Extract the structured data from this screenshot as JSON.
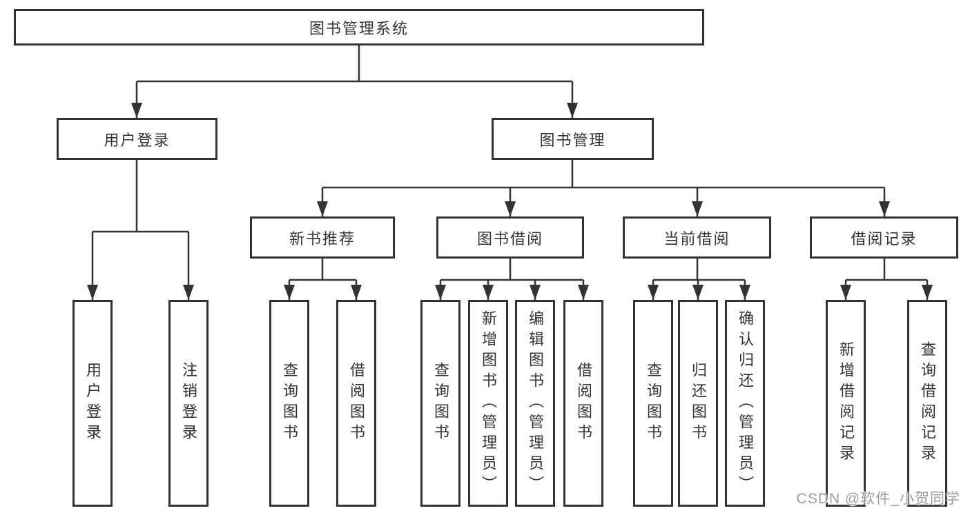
{
  "diagram": {
    "root": {
      "label": "图书管理系统",
      "children": [
        {
          "label": "用户登录",
          "children": [
            {
              "label": "用户登录"
            },
            {
              "label": "注销登录"
            }
          ]
        },
        {
          "label": "图书管理",
          "children": [
            {
              "label": "新书推荐",
              "children": [
                {
                  "label": "查询图书"
                },
                {
                  "label": "借阅图书"
                }
              ]
            },
            {
              "label": "图书借阅",
              "children": [
                {
                  "label": "查询图书"
                },
                {
                  "label": "新增图书（管理员）"
                },
                {
                  "label": "编辑图书（管理员）"
                },
                {
                  "label": "借阅图书"
                }
              ]
            },
            {
              "label": "当前借阅",
              "children": [
                {
                  "label": "查询图书"
                },
                {
                  "label": "归还图书"
                },
                {
                  "label": "确认归还（管理员）"
                }
              ]
            },
            {
              "label": "借阅记录",
              "children": [
                {
                  "label": "新增借阅记录"
                },
                {
                  "label": "查询借阅记录"
                }
              ]
            }
          ]
        }
      ]
    },
    "line_color": "#333333",
    "background_color": "#ffffff"
  },
  "watermark": {
    "text": "CSDN @软件_小贺同学"
  }
}
